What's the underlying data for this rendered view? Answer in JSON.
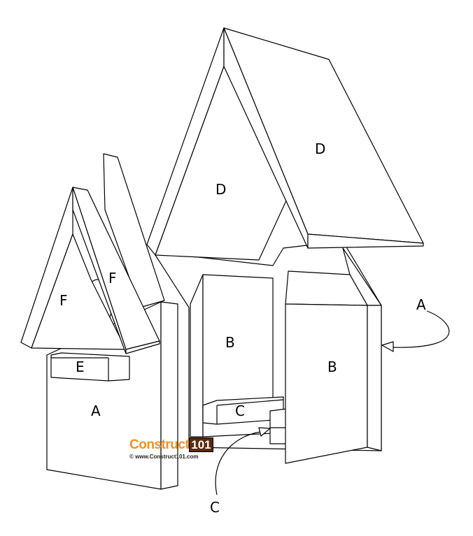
{
  "labels": {
    "d_left": "D",
    "d_right": "D",
    "f_left": "F",
    "f_right": "F",
    "e": "E",
    "a_front": "A",
    "a_back": "A",
    "b_left": "B",
    "b_right": "B",
    "c_floor": "C",
    "c_callout": "C"
  },
  "logo": {
    "brand": "Construct",
    "number": "101",
    "url": "© www.Construct101.com"
  }
}
